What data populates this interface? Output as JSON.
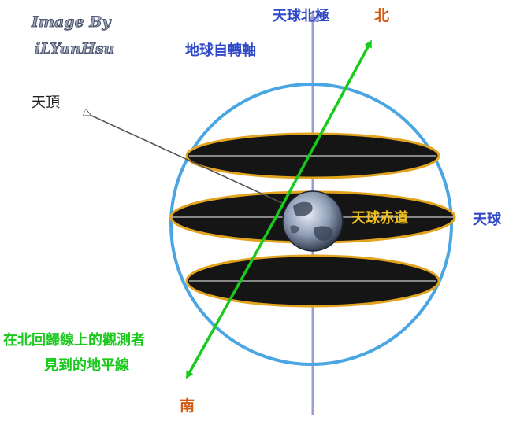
{
  "watermark": {
    "line1": "Image By",
    "line2": "iLYunHsu"
  },
  "labels": {
    "celestial_north_pole": "天球北極",
    "earth_axis": "地球自轉軸",
    "zenith": "天頂",
    "north": "北",
    "south": "南",
    "celestial_equator": "天球赤道",
    "celestial_sphere": "天球",
    "horizon_line1": "在北回歸線上的觀測者",
    "horizon_line2": "見到的地平線"
  },
  "colors": {
    "sphere": "#4aa6e2",
    "axis": "#9a9ed8",
    "horizon": "#19c91c",
    "disk_fill": "#151515",
    "disk_rim": "#e2a41e",
    "label_blue": "#2f48c8",
    "label_green": "#19c91c",
    "label_orange": "#d35a12",
    "label_dark": "#222222",
    "equator_text": "#f0c020"
  }
}
